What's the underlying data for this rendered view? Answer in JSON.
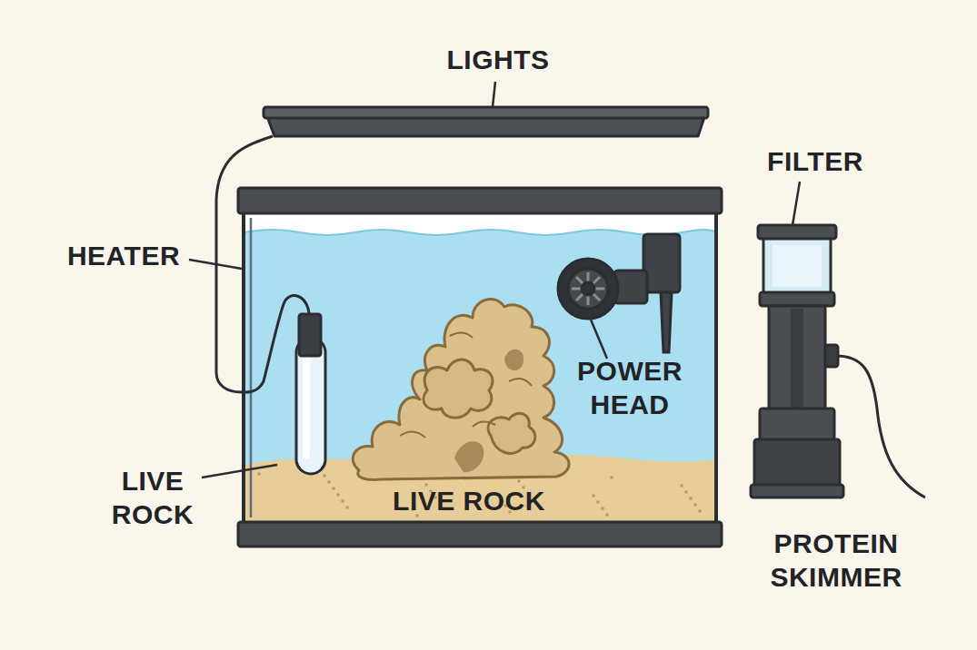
{
  "diagram": {
    "labels": [
      "LIGHTS",
      "HEATER",
      "FILTER",
      "POWER HEAD",
      "LIVE ROCK",
      "LIVE ROCK",
      "PROTEIN SKIMMER"
    ]
  }
}
